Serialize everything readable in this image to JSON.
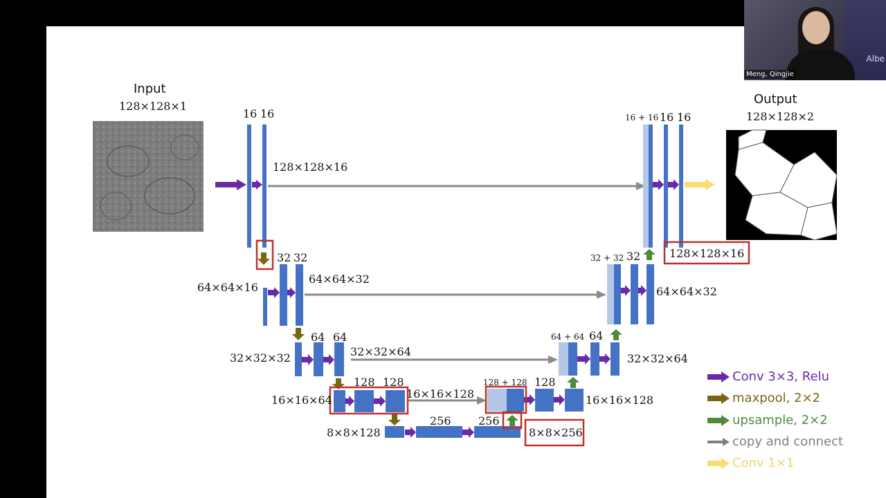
{
  "colors": {
    "conv": "#6a2aa8",
    "maxpool": "#7a6512",
    "upsample": "#4f8a3c",
    "copy": "#8a8a8a",
    "conv1x1": "#f7de6e",
    "block": "#4472c4",
    "block_light": "#b4c7e7",
    "highlight": "#c0302a"
  },
  "input": {
    "title": "Input",
    "size": "128×128×1"
  },
  "output": {
    "title": "Output",
    "size": "128×128×2"
  },
  "encoder": {
    "l1_channels": [
      "16",
      "16"
    ],
    "l1_size": "128×128×16",
    "l2_in": "64×64×16",
    "l2_channels": [
      "32",
      "32"
    ],
    "l2_size": "64×64×32",
    "l3_in": "32×32×32",
    "l3_channels": [
      "64",
      "64"
    ],
    "l3_size": "32×32×64",
    "l4_in": "16×16×64",
    "l4_channels": [
      "128",
      "128"
    ],
    "l4_size": "16×16×128"
  },
  "bottleneck": {
    "in": "8×8×128",
    "channels": [
      "256",
      "256"
    ],
    "out": "8×8×256"
  },
  "decoder": {
    "l4_concat": "128 + 128",
    "l4_channel": "128",
    "l4_size": "16×16×128",
    "l3_concat": "64 + 64",
    "l3_channel": "64",
    "l3_size": "32×32×64",
    "l2_concat": "32 + 32",
    "l2_channel": "32",
    "l2_size": "64×64×32",
    "l1_concat": "16 + 16",
    "l1_channels": [
      "16",
      "16"
    ],
    "l1_out": "128×128×16"
  },
  "legend": [
    {
      "label": "Conv 3×3, Relu",
      "color": "#6a2aa8"
    },
    {
      "label": "maxpool, 2×2",
      "color": "#7a6512"
    },
    {
      "label": "upsample, 2×2",
      "color": "#4f8a3c"
    },
    {
      "label": "copy and connect",
      "color": "#7f7f7f"
    },
    {
      "label": "Conv 1×1",
      "color": "#f7de6e"
    }
  ],
  "webcam": {
    "name": "Meng, Qingjie",
    "brand": "Albe"
  }
}
